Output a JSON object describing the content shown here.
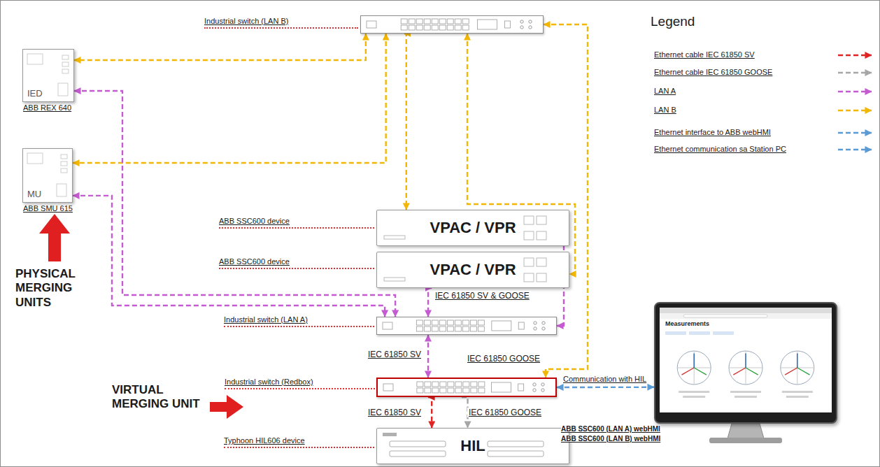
{
  "diagram": {
    "nodes": [
      {
        "text": [
          "Industrial switch (LAN B)"
        ]
      },
      {
        "text": [
          "IED",
          "ABB REX 640"
        ]
      },
      {
        "text": [
          "MU",
          "ABB SMU 615"
        ]
      },
      {
        "text": [
          "VPAC / VPR",
          "ABB SSC600 device"
        ]
      },
      {
        "text": [
          "VPAC / VPR",
          "ABB SSC600 device"
        ]
      },
      {
        "text": [
          "Industrial switch (LAN A)"
        ]
      },
      {
        "text": [
          "Industrial switch (Redbox)"
        ]
      },
      {
        "text": [
          "HIL",
          "Typhoon HIL606 device"
        ]
      },
      {
        "text": [
          "Measurements"
        ]
      }
    ],
    "edges": [
      {
        "from": 0,
        "to": 1,
        "arrow": "both"
      },
      {
        "from": 0,
        "to": 2,
        "arrow": "both"
      },
      {
        "from": 0,
        "to": 3,
        "arrow": "both"
      },
      {
        "from": 0,
        "to": 4,
        "arrow": "both"
      },
      {
        "from": 0,
        "to": 6,
        "arrow": "both"
      },
      {
        "from": 1,
        "to": 5,
        "arrow": "both"
      },
      {
        "from": 2,
        "to": 5,
        "arrow": "both"
      },
      {
        "from": 4,
        "to": 5,
        "arrow": "both",
        "label": "IEC 61850 SV & GOOSE"
      },
      {
        "from": 3,
        "to": 5,
        "arrow": "both"
      },
      {
        "from": 5,
        "to": 6,
        "arrow": "both",
        "label": "IEC 61850 SV"
      },
      {
        "from": 6,
        "to": 7,
        "arrow": "both",
        "label": "IEC 61850 SV"
      },
      {
        "from": 6,
        "to": 7,
        "arrow": "to",
        "label": "IEC 61850 GOOSE"
      },
      {
        "from": 6,
        "to": 8,
        "arrow": "both",
        "label": "Communication with HIL"
      }
    ],
    "labels": [
      "PHYSICAL MERGING UNITS",
      "VIRTUAL MERGING UNIT",
      "IEC 61850 GOOSE",
      "ABB SSC600 (LAN A) webHMI",
      "ABB SSC600 (LAN B) webHMI",
      "Legend"
    ],
    "legend": [
      {
        "text": "Ethernet cable IEC 61850 SV"
      },
      {
        "text": "Ethernet cable IEC 61850 GOOSE"
      },
      {
        "text": "LAN A"
      },
      {
        "text": "LAN B"
      },
      {
        "text": "Ethernet interface to ABB webHMI"
      },
      {
        "text": "Ethernet communication sa Station PC"
      }
    ]
  }
}
